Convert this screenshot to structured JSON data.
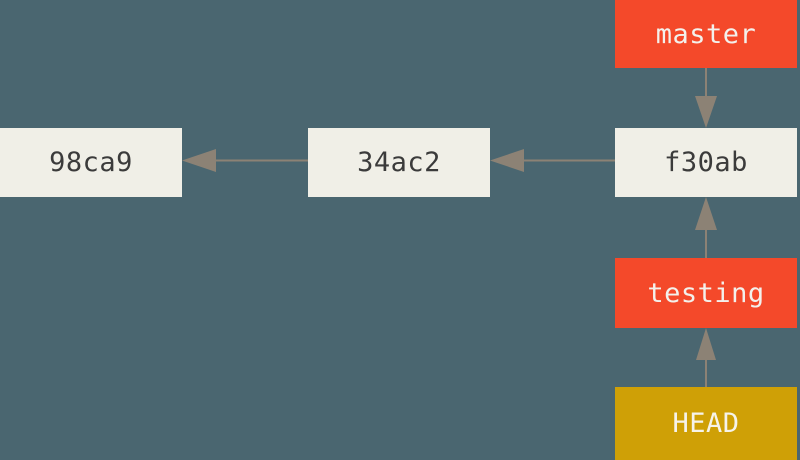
{
  "diagram": {
    "title": "Git branch pointers diagram",
    "background_color": "#4a6670",
    "colors": {
      "background": "#4a6670",
      "commit_fill": "#f0efe7",
      "commit_text": "#3b3b3b",
      "branch_fill": "#f4492a",
      "branch_text": "#f3f1ec",
      "head_fill": "#cfa006",
      "head_text": "#f6f3ea",
      "arrow": "#8c8275"
    },
    "commits": [
      {
        "id": "commit-98ca9",
        "label": "98ca9"
      },
      {
        "id": "commit-34ac2",
        "label": "34ac2"
      },
      {
        "id": "commit-f30ab",
        "label": "f30ab"
      }
    ],
    "branches": [
      {
        "id": "branch-master",
        "label": "master"
      },
      {
        "id": "branch-testing",
        "label": "testing"
      }
    ],
    "pointer": {
      "id": "head-pointer",
      "label": "HEAD"
    },
    "arrows": [
      {
        "id": "arrow-34ac2-to-98ca9",
        "from": "34ac2",
        "to": "98ca9",
        "direction": "left"
      },
      {
        "id": "arrow-f30ab-to-34ac2",
        "from": "f30ab",
        "to": "34ac2",
        "direction": "left"
      },
      {
        "id": "arrow-master-to-f30ab",
        "from": "master",
        "to": "f30ab",
        "direction": "down"
      },
      {
        "id": "arrow-testing-to-f30ab",
        "from": "testing",
        "to": "f30ab",
        "direction": "up"
      },
      {
        "id": "arrow-head-to-testing",
        "from": "HEAD",
        "to": "testing",
        "direction": "up"
      }
    ]
  }
}
